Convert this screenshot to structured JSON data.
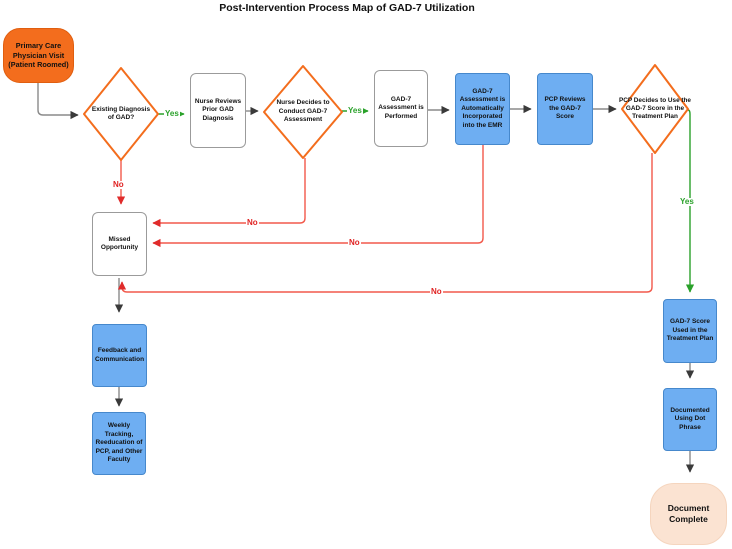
{
  "title": "Post-Intervention Process Map of GAD-7 Utilization",
  "colors": {
    "shape_orange": "#F36D1D",
    "shape_blue": "#6EAEF2",
    "shape_peach": "#FBE3D2",
    "edge_gray": "#8a8a8a",
    "edge_green": "#2AA12A",
    "edge_red": "#F2594B",
    "label_red": "#E02222",
    "text": "#111111"
  },
  "diagram": {
    "nodes": {
      "start": {
        "label": "Primary Care Physician Visit (Patient Roomed)",
        "type": "terminator",
        "fill": "#F36D1D"
      },
      "existing_diagnosis": {
        "label": "Existing Diagnosis of GAD?",
        "type": "decision",
        "fill": "#ffffff"
      },
      "nurse_reviews": {
        "label": "Nurse Reviews Prior GAD Diagnosis",
        "type": "process",
        "fill": "#ffffff"
      },
      "nurse_decides": {
        "label": "Nurse Decides to Conduct GAD-7 Assessment",
        "type": "decision",
        "fill": "#ffffff"
      },
      "assessment_performed": {
        "label": "GAD-7 Assessment is Performed",
        "type": "process",
        "fill": "#ffffff"
      },
      "emr_incorporated": {
        "label": "GAD-7 Assessment is Automatically Incorporated into the EMR",
        "type": "process",
        "fill": "#6EAEF2"
      },
      "pcp_reviews": {
        "label": "PCP Reviews the GAD-7 Score",
        "type": "process",
        "fill": "#6EAEF2"
      },
      "pcp_decides": {
        "label": "PCP Decides to Use the GAD-7 Score in the Treatment Plan",
        "type": "decision",
        "fill": "#ffffff"
      },
      "missed_opportunity": {
        "label": "Missed Opportunity",
        "type": "process",
        "fill": "#ffffff"
      },
      "feedback": {
        "label": "Feedback and Communication",
        "type": "process",
        "fill": "#6EAEF2"
      },
      "weekly_tracking": {
        "label": "Weekly Tracking, Reeducation of PCP, and Other Faculty",
        "type": "process",
        "fill": "#6EAEF2"
      },
      "score_used": {
        "label": "GAD-7 Score Used in the Treatment Plan",
        "type": "process",
        "fill": "#6EAEF2"
      },
      "documented": {
        "label": "Documented Using Dot Phrase",
        "type": "process",
        "fill": "#6EAEF2"
      },
      "complete": {
        "label": "Document Complete",
        "type": "terminator",
        "fill": "#FBE3D2"
      }
    },
    "edges": {
      "start_to_existing": {
        "from": "start",
        "to": "existing_diagnosis",
        "label": "",
        "color": "gray"
      },
      "existing_yes": {
        "from": "existing_diagnosis",
        "to": "nurse_reviews",
        "label": "Yes",
        "color": "green"
      },
      "nurse_reviews_next": {
        "from": "nurse_reviews",
        "to": "nurse_decides",
        "label": "",
        "color": "gray"
      },
      "nurse_decides_yes": {
        "from": "nurse_decides",
        "to": "assessment_performed",
        "label": "Yes",
        "color": "green"
      },
      "performed_next": {
        "from": "assessment_performed",
        "to": "emr_incorporated",
        "label": "",
        "color": "gray"
      },
      "emr_next": {
        "from": "emr_incorporated",
        "to": "pcp_reviews",
        "label": "",
        "color": "gray"
      },
      "pcp_reviews_next": {
        "from": "pcp_reviews",
        "to": "pcp_decides",
        "label": "",
        "color": "gray"
      },
      "pcp_decides_yes": {
        "from": "pcp_decides",
        "to": "score_used",
        "label": "Yes",
        "color": "green"
      },
      "existing_no": {
        "from": "existing_diagnosis",
        "to": "missed_opportunity",
        "label": "No",
        "color": "red"
      },
      "nurse_decides_no": {
        "from": "nurse_decides",
        "to": "missed_opportunity",
        "label": "No",
        "color": "red"
      },
      "emr_no": {
        "from": "emr_incorporated",
        "to": "missed_opportunity",
        "label": "No",
        "color": "red"
      },
      "pcp_decides_no": {
        "from": "pcp_decides",
        "to": "missed_opportunity",
        "label": "No",
        "color": "red"
      },
      "missed_to_feedback": {
        "from": "missed_opportunity",
        "to": "feedback",
        "label": "",
        "color": "gray"
      },
      "feedback_to_weekly": {
        "from": "feedback",
        "to": "weekly_tracking",
        "label": "",
        "color": "gray"
      },
      "score_to_documented": {
        "from": "score_used",
        "to": "documented",
        "label": "",
        "color": "gray"
      },
      "documented_to_complete": {
        "from": "documented",
        "to": "complete",
        "label": "",
        "color": "gray"
      }
    }
  }
}
